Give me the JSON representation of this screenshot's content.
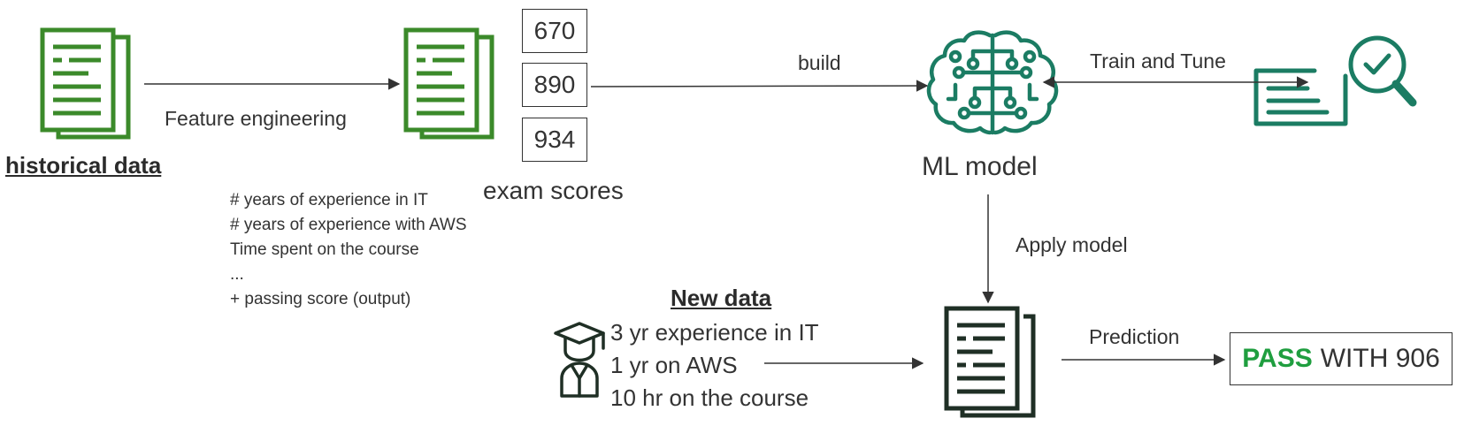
{
  "historical": {
    "label": "historical data"
  },
  "feature_engineering": {
    "label": "Feature engineering"
  },
  "features": [
    "# years of experience in IT",
    "# years of experience with AWS",
    "Time spent on the course",
    "...",
    "+ passing score (output)"
  ],
  "exam_scores": {
    "values": [
      "670",
      "890",
      "934"
    ],
    "label": "exam scores"
  },
  "build": {
    "label": "build"
  },
  "model": {
    "label": "ML model"
  },
  "train_tune": {
    "label": "Train and Tune"
  },
  "apply": {
    "label": "Apply model"
  },
  "new_data": {
    "title": "New data",
    "items": [
      "3 yr experience in IT",
      "1 yr on AWS",
      "10 hr on the course"
    ]
  },
  "prediction": {
    "label": "Prediction"
  },
  "result": {
    "status": "PASS",
    "detail": "WITH 906"
  },
  "colors": {
    "doc_green": "#3b8a2a",
    "doc_dark": "#1f2f25",
    "model_teal": "#1b7c63",
    "pass_green": "#1f9e3f",
    "text": "#333333"
  },
  "icons": {
    "historical_doc": "document-stack-icon",
    "features_doc": "document-stack-icon",
    "model": "ml-brain-circuit-icon",
    "evaluate": "document-magnifier-check-icon",
    "student": "graduate-student-icon",
    "output_doc": "document-stack-icon"
  }
}
